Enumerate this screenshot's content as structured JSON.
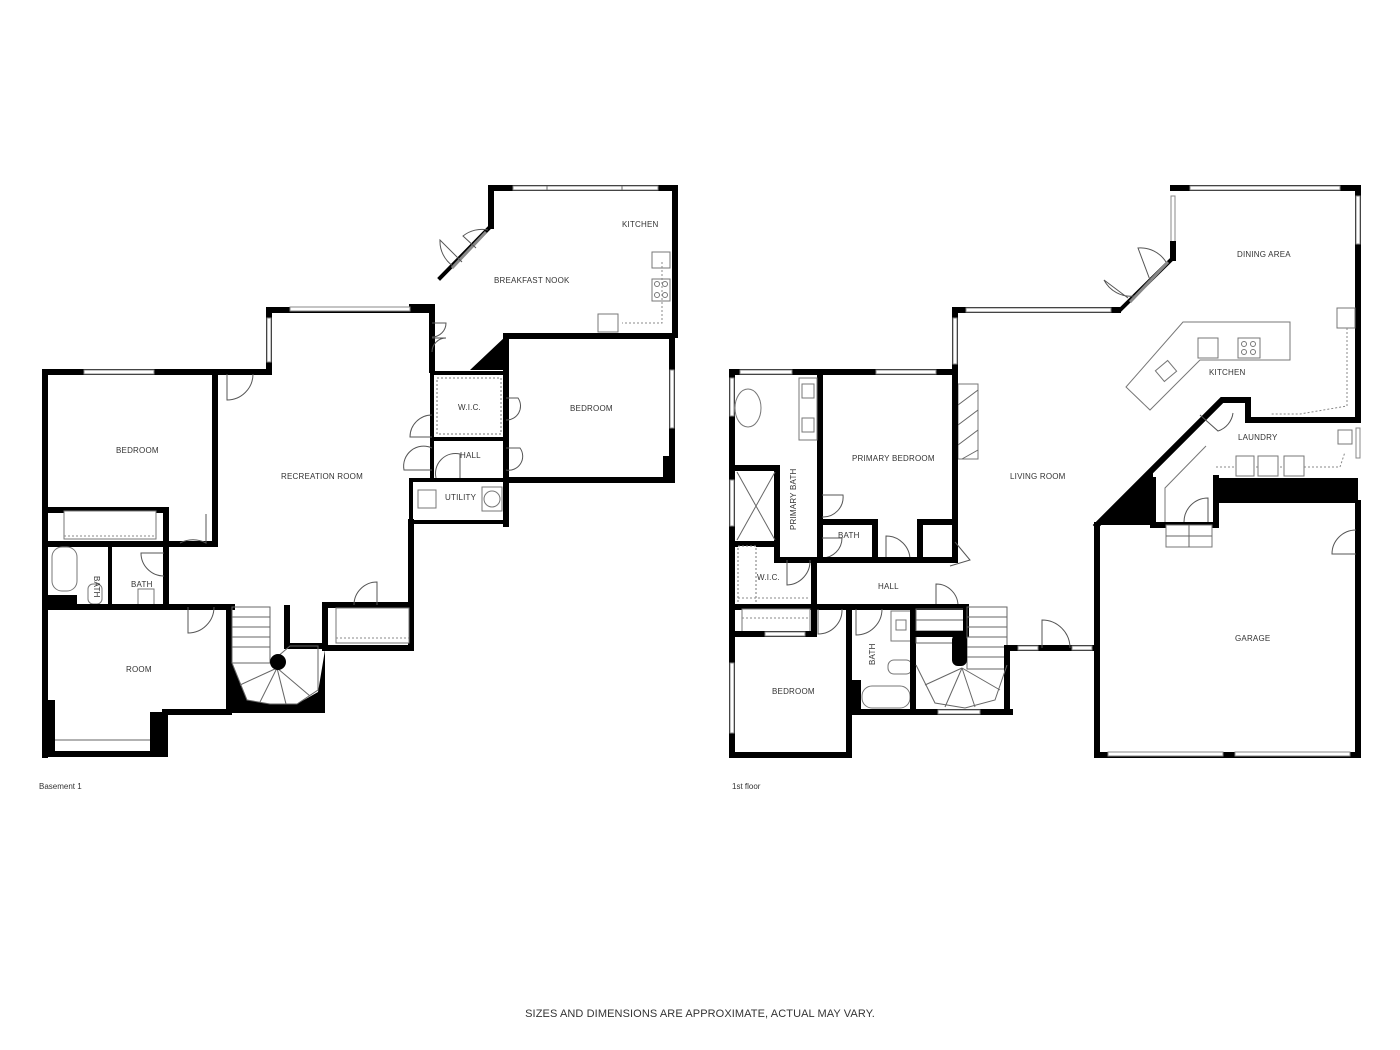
{
  "floors": [
    {
      "name": "Basement 1",
      "rooms": [
        {
          "label": "KITCHEN"
        },
        {
          "label": "BREAKFAST NOOK"
        },
        {
          "label": "BEDROOM"
        },
        {
          "label": "W.I.C."
        },
        {
          "label": "HALL"
        },
        {
          "label": "UTILITY"
        },
        {
          "label": "BEDROOM"
        },
        {
          "label": "RECREATION ROOM"
        },
        {
          "label": "BATH"
        },
        {
          "label": "BATH"
        },
        {
          "label": "ROOM"
        }
      ]
    },
    {
      "name": "1st floor",
      "rooms": [
        {
          "label": "DINING AREA"
        },
        {
          "label": "KITCHEN"
        },
        {
          "label": "LAUNDRY"
        },
        {
          "label": "LIVING ROOM"
        },
        {
          "label": "PRIMARY BEDROOM"
        },
        {
          "label": "PRIMARY BATH"
        },
        {
          "label": "BATH"
        },
        {
          "label": "W.I.C."
        },
        {
          "label": "HALL"
        },
        {
          "label": "BATH"
        },
        {
          "label": "BEDROOM"
        },
        {
          "label": "GARAGE"
        }
      ]
    }
  ],
  "disclaimer": "SIZES AND DIMENSIONS ARE APPROXIMATE, ACTUAL MAY VARY.",
  "colors": {
    "wall": "#000000",
    "background": "#ffffff",
    "text": "#333333"
  }
}
